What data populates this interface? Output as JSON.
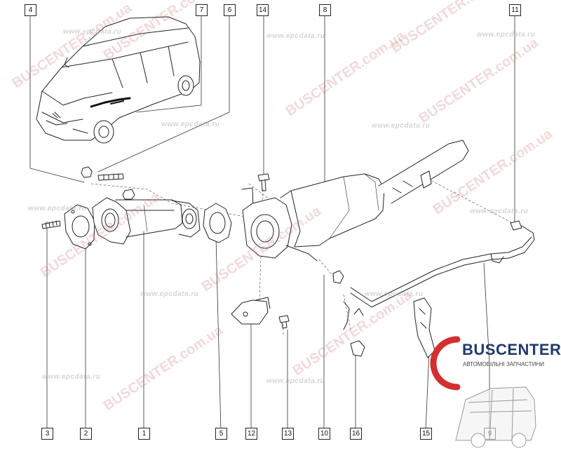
{
  "callouts": [
    {
      "id": "c1",
      "label": "1"
    },
    {
      "id": "c2",
      "label": "2"
    },
    {
      "id": "c3",
      "label": "3"
    },
    {
      "id": "c4",
      "label": "4"
    },
    {
      "id": "c5",
      "label": "5"
    },
    {
      "id": "c6",
      "label": "6"
    },
    {
      "id": "c7",
      "label": "7"
    },
    {
      "id": "c8",
      "label": "8"
    },
    {
      "id": "c9",
      "label": "9"
    },
    {
      "id": "c10",
      "label": "10"
    },
    {
      "id": "c11",
      "label": "11"
    },
    {
      "id": "c12",
      "label": "12"
    },
    {
      "id": "c13",
      "label": "13"
    },
    {
      "id": "c14",
      "label": "14"
    },
    {
      "id": "c15",
      "label": "15"
    },
    {
      "id": "c16",
      "label": "16"
    }
  ],
  "watermarks": {
    "primary": "BUSCENTER.com.ua",
    "secondary": "www.epcdata.ru"
  },
  "brand": {
    "name": "BUSCENTER",
    "tagline": "АВТОМОБІЛЬНІ ЗАПЧАСТИНИ",
    "color": "#1f3a6e",
    "accent": "#d32f2f"
  }
}
